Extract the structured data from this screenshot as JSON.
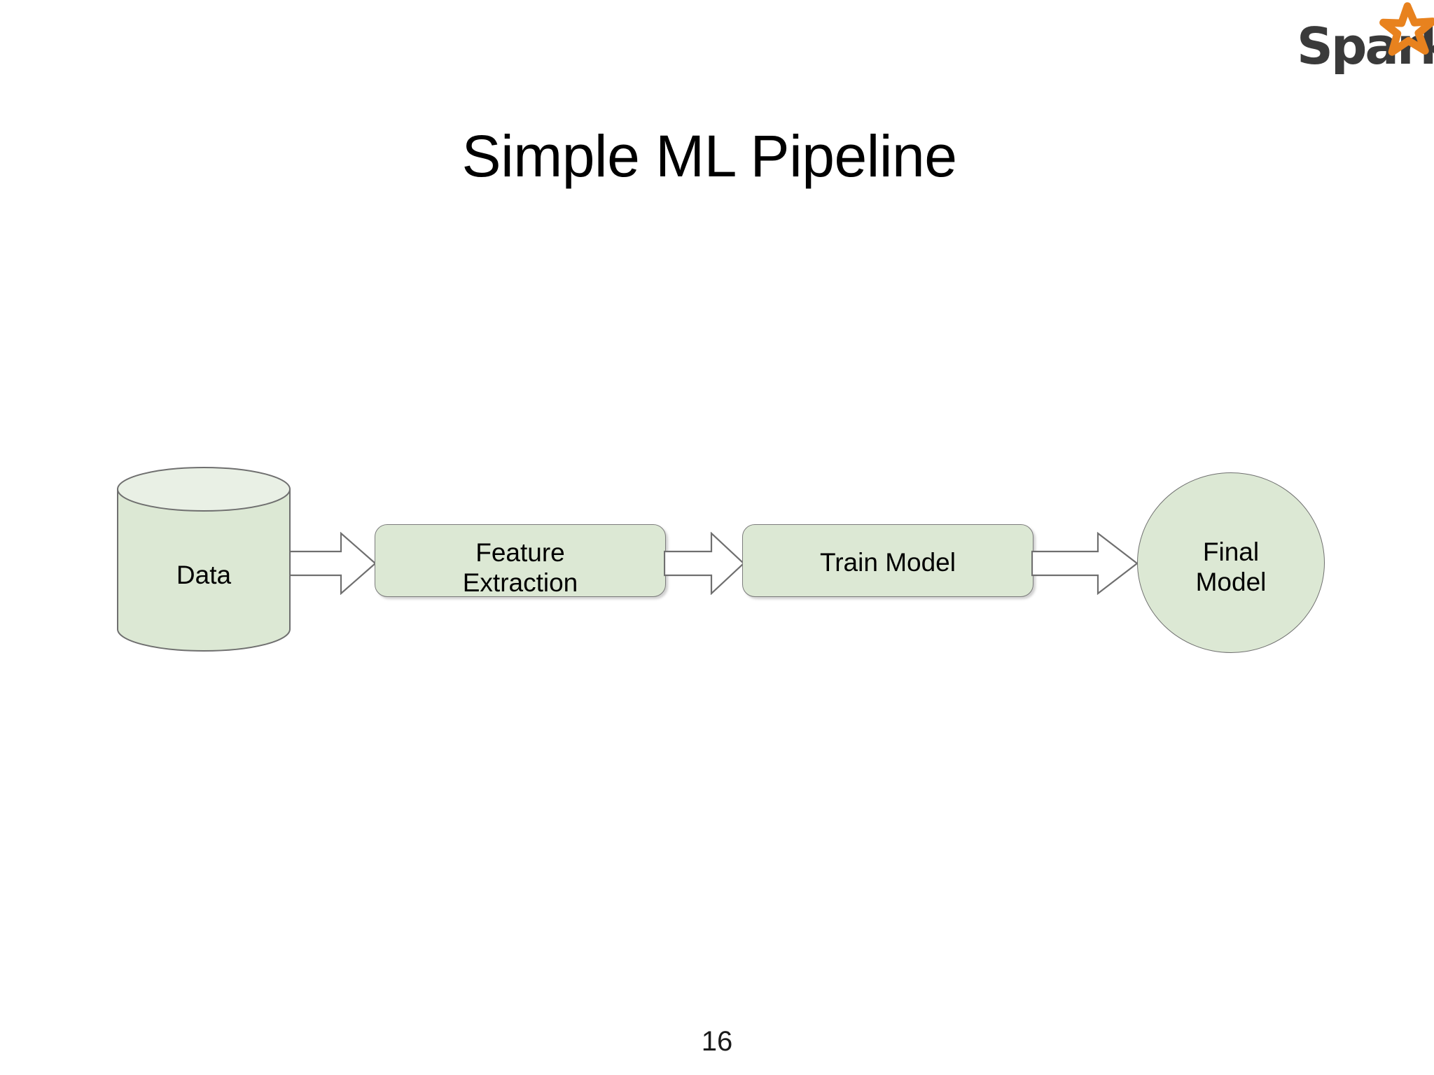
{
  "slide": {
    "title": "Simple ML Pipeline",
    "page_number": "16",
    "background_color": "#ffffff"
  },
  "logo": {
    "name": "spark-logo",
    "wordmark": "Spark",
    "wordmark_color": "#3a3a3a",
    "star_icon": "star-icon",
    "star_color": "#e8821e"
  },
  "diagram": {
    "type": "flow",
    "orientation": "left-to-right",
    "node_fill": "#dce8d4",
    "node_stroke": "#7b7b7b",
    "arrow_fill": "#ffffff",
    "arrow_stroke": "#6f6f6f",
    "nodes": [
      {
        "id": "data",
        "label": "Data",
        "shape": "cylinder"
      },
      {
        "id": "feature",
        "label": "Feature\nExtraction",
        "shape": "rounded-rect"
      },
      {
        "id": "train",
        "label": "Train Model",
        "shape": "rounded-rect"
      },
      {
        "id": "final",
        "label": "Final\nModel",
        "shape": "circle"
      }
    ],
    "edges": [
      {
        "id": "e1",
        "from": "data",
        "to": "feature",
        "style": "block-arrow"
      },
      {
        "id": "e2",
        "from": "feature",
        "to": "train",
        "style": "block-arrow"
      },
      {
        "id": "e3",
        "from": "train",
        "to": "final",
        "style": "block-arrow"
      }
    ]
  }
}
